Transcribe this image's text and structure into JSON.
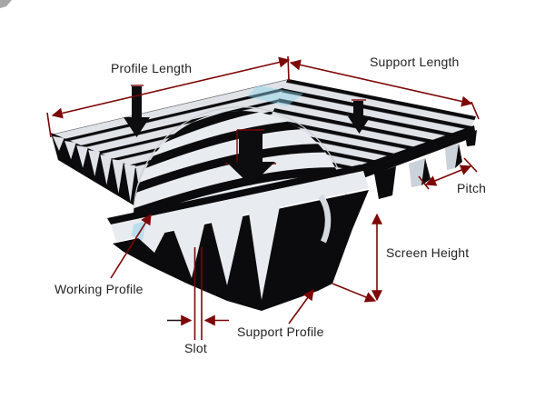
{
  "diagram": {
    "labels": {
      "profile_length": "Profile Length",
      "support_length": "Support Length",
      "pitch": "Pitch",
      "screen_height": "Screen Height",
      "working_profile": "Working Profile",
      "slot": "Slot",
      "support_profile": "Support Profile"
    },
    "colors": {
      "background": "#ffffff",
      "panel_face": "#dfe3e8",
      "panel_face_bright": "#e8ebef",
      "slot_dark": "#0b0b0d",
      "dimension_line": "#7d0606",
      "flow_arrow": "#0d0d0f",
      "label_text": "#232323",
      "highlight_tint": "#8cd2eb",
      "circle_edge": "#c9cdd2",
      "post_face": "#ccd2d9",
      "mass_highlight": "#d5dae0"
    }
  }
}
